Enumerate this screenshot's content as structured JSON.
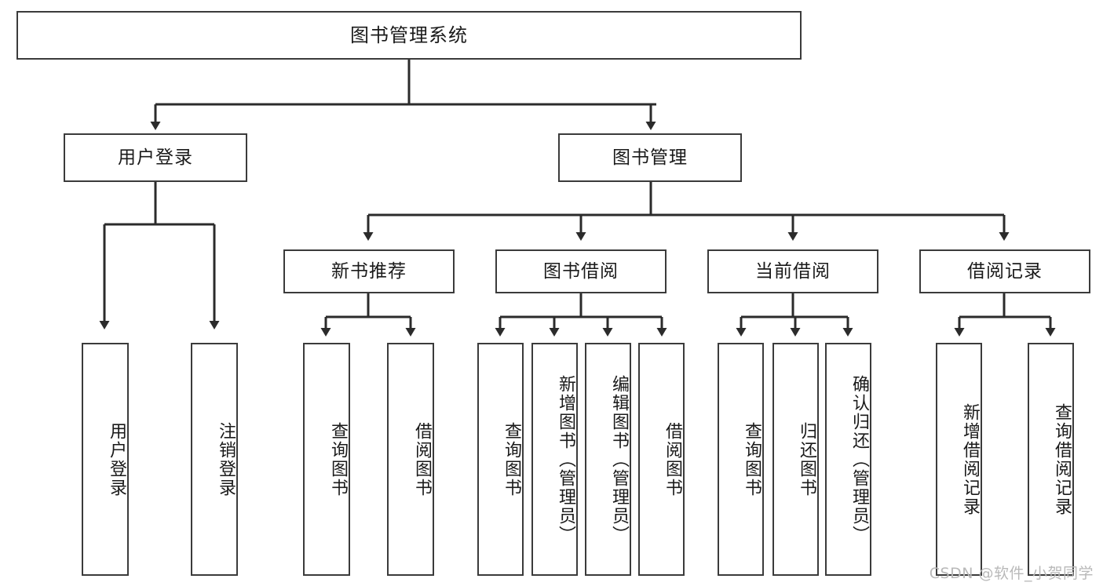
{
  "diagram": {
    "type": "tree-hierarchy",
    "title": "图书管理系统",
    "watermark": "CSDN @软件_小贺同学",
    "colors": {
      "box_border": "#3b3b3b",
      "box_fill": "#ffffff",
      "edge": "#2b2b2b",
      "background": "#ffffff",
      "watermark": "#b9b9b9"
    },
    "nodes": {
      "root": {
        "label": "图书管理系统"
      },
      "level2": [
        {
          "id": "user-login",
          "label": "用户登录"
        },
        {
          "id": "book-management",
          "label": "图书管理"
        }
      ],
      "level3": [
        {
          "id": "new-book-recommend",
          "label": "新书推荐"
        },
        {
          "id": "book-borrow",
          "label": "图书借阅"
        },
        {
          "id": "current-borrow",
          "label": "当前借阅"
        },
        {
          "id": "borrow-record",
          "label": "借阅记录"
        }
      ],
      "leaves": {
        "user_login": [
          {
            "id": "leaf-user-login",
            "label": "用户登录"
          },
          {
            "id": "leaf-logout-login",
            "label": "注销登录"
          }
        ],
        "new_book_recommend": [
          {
            "id": "leaf-query-book-1",
            "label": "查询图书"
          },
          {
            "id": "leaf-borrow-book-1",
            "label": "借阅图书"
          }
        ],
        "book_borrow": [
          {
            "id": "leaf-query-book-2",
            "label": "查询图书"
          },
          {
            "id": "leaf-add-book-admin",
            "label": "新增图书（管理员）"
          },
          {
            "id": "leaf-edit-book-admin",
            "label": "编辑图书（管理员）"
          },
          {
            "id": "leaf-borrow-book-2",
            "label": "借阅图书"
          }
        ],
        "current_borrow": [
          {
            "id": "leaf-query-book-3",
            "label": "查询图书"
          },
          {
            "id": "leaf-return-book",
            "label": "归还图书"
          },
          {
            "id": "leaf-confirm-return-admin",
            "label": "确认归还（管理员）"
          }
        ],
        "borrow_record": [
          {
            "id": "leaf-add-borrow-record",
            "label": "新增借阅记录"
          },
          {
            "id": "leaf-query-borrow-record",
            "label": "查询借阅记录"
          }
        ]
      }
    }
  }
}
